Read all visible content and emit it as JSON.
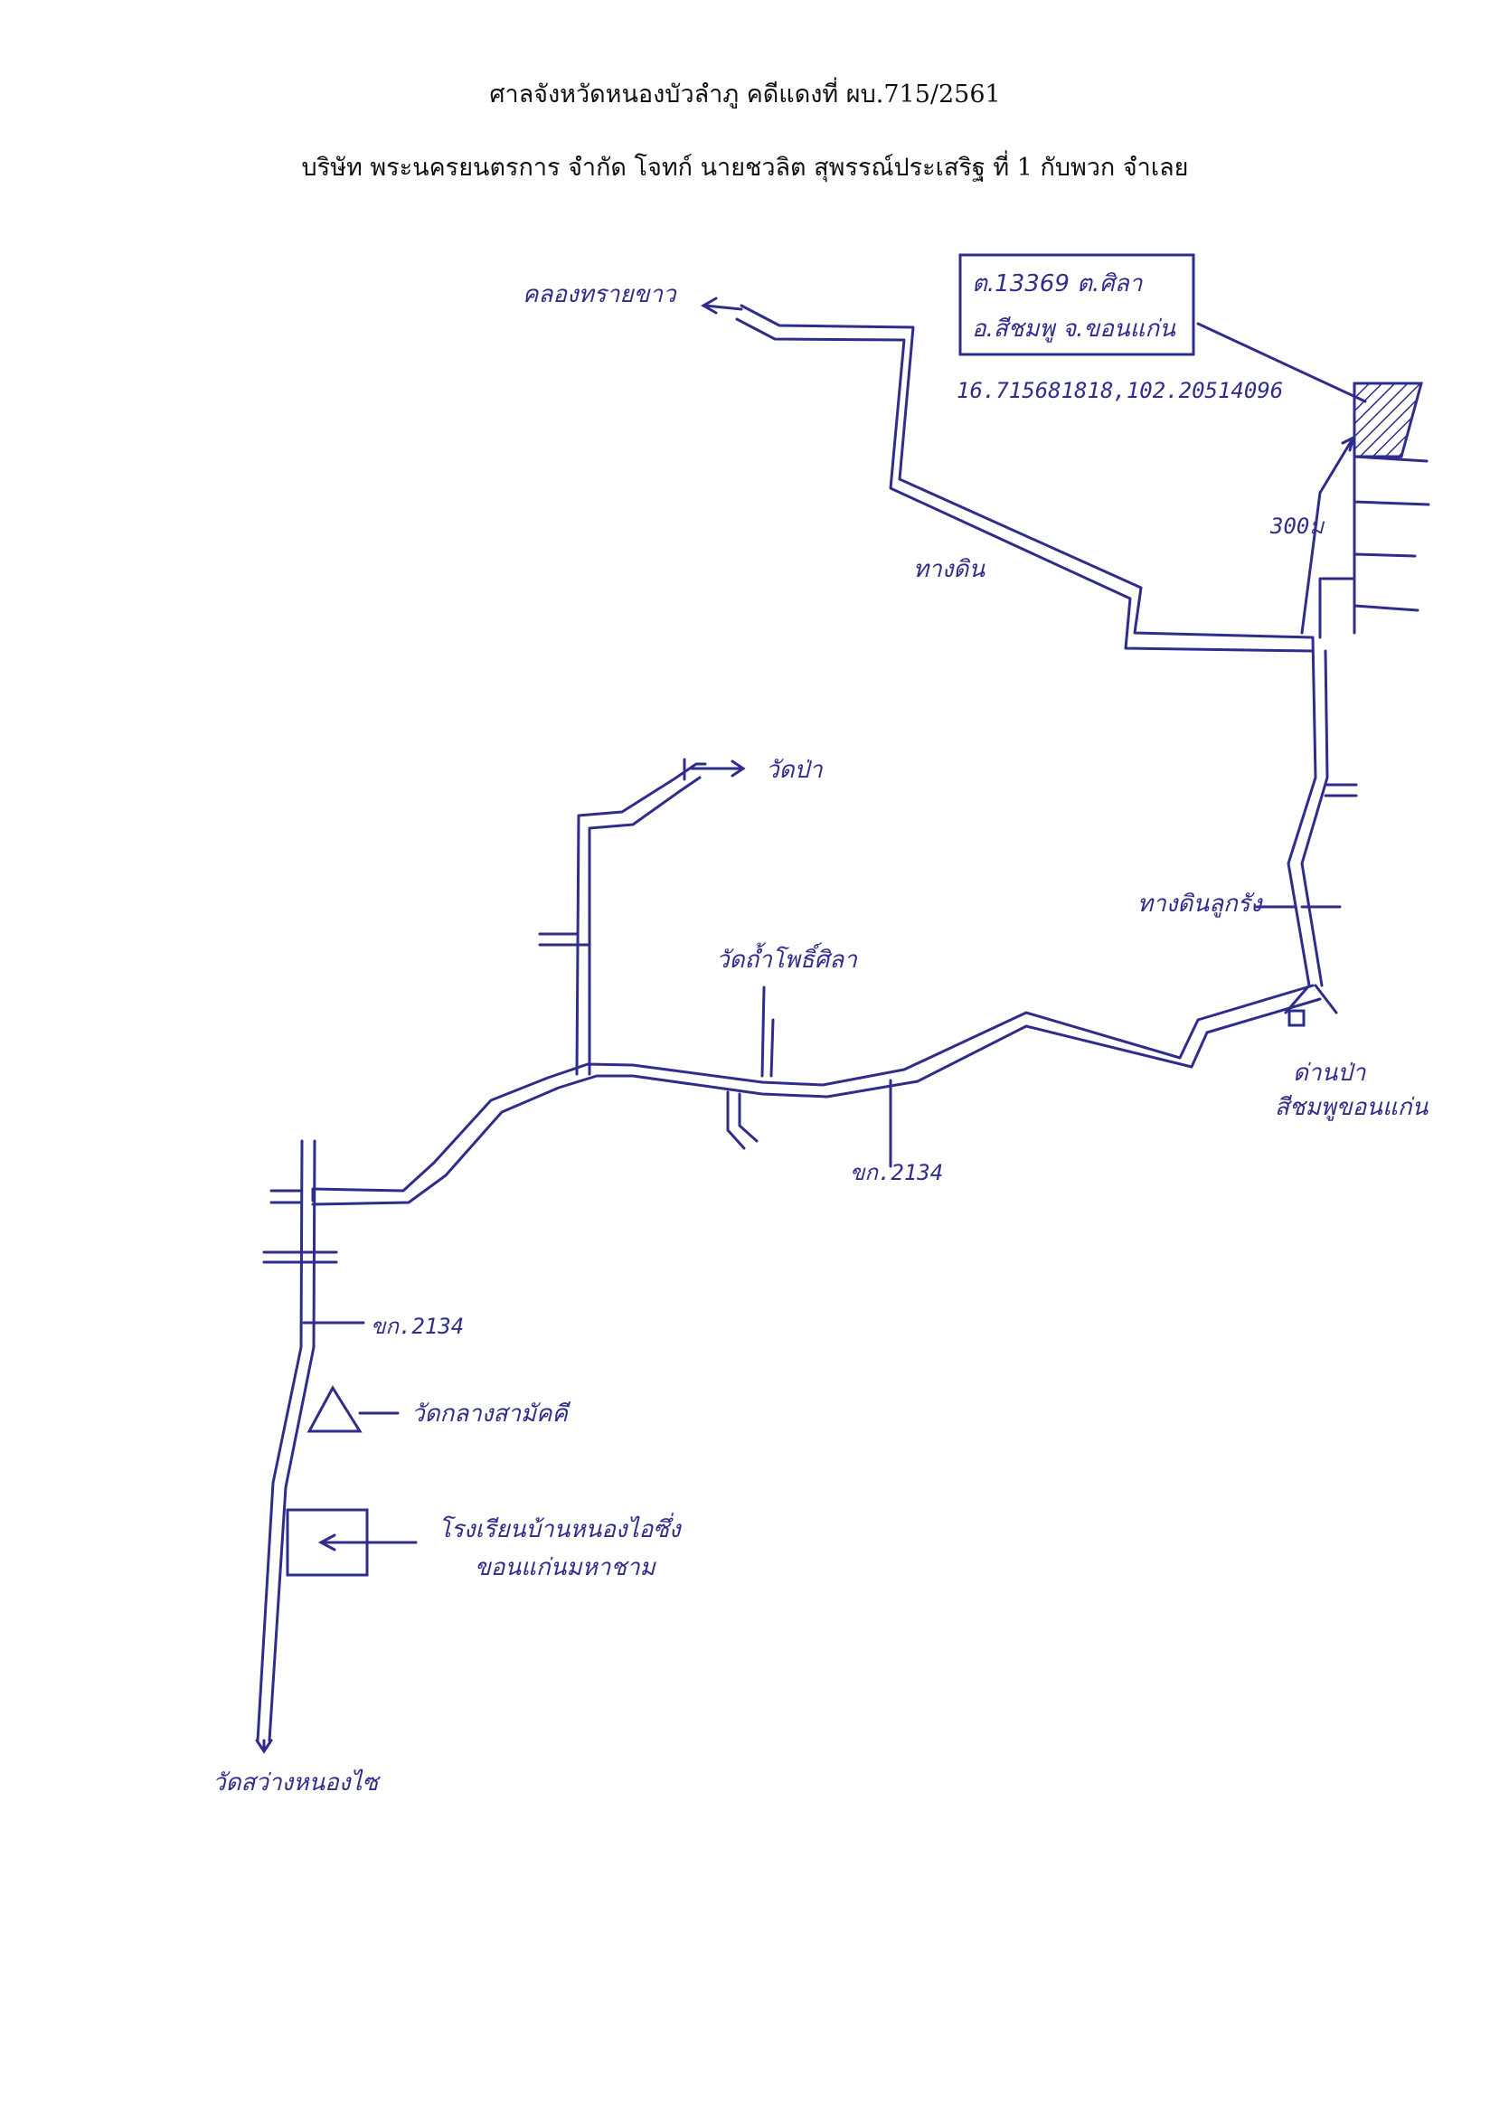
{
  "header": {
    "line1": "ศาลจังหวัดหนองบัวลำภู คดีแดงที่ ผบ.715/2561",
    "line2": "บริษัท พระนครยนตรการ จำกัด โจทก์ นายชวลิต สุพรรณ์ประเสริฐ ที่ 1 กับพวก จำเลย"
  },
  "map": {
    "ink_color": "#2e2d8c",
    "property_box": {
      "line1": "ต.13369 ต.ศิลา",
      "line2": "อ.สีชมพู จ.ขอนแก่น"
    },
    "coordinates": "16.715681818,102.20514096",
    "distance": "300ม",
    "labels": {
      "top_road_dest": "คลองทรายขาว",
      "dirt_road": "ทางดิน",
      "laterite_road": "ทางดินลูกรัง",
      "wat_pa": "วัดป่า",
      "wat_kham": "วัดถ้ำโพธิ์ศิลา",
      "road_2134_east": "ขก.2134",
      "road_2134_west": "ขก.2134",
      "forest_office_1": "ด่านป่า",
      "forest_office_2": "สีชมพูขอนแก่น",
      "wat_klang": "วัดกลางสามัคคี",
      "school_1": "โรงเรียนบ้านหนองไอซึ่ง",
      "school_2": "ขอนแก่นมหาชาม",
      "bottom_dest": "วัดสว่างหนองไซ"
    }
  }
}
